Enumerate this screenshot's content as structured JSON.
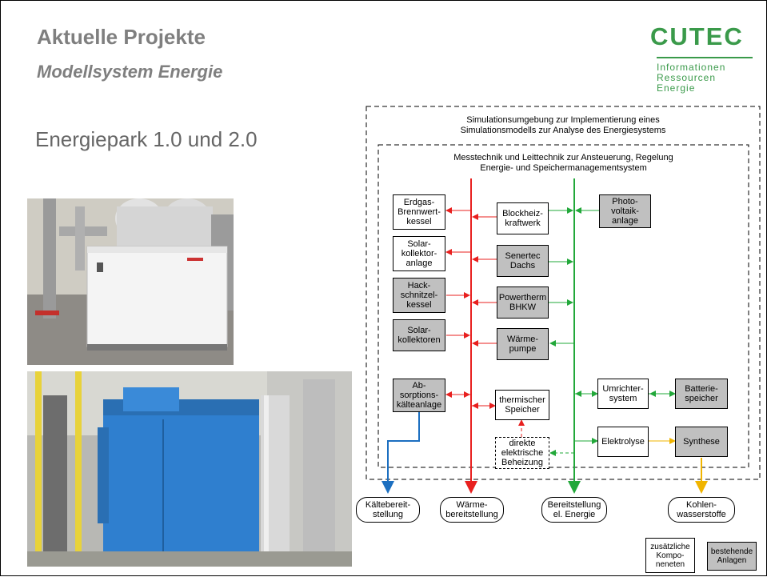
{
  "header": {
    "title": "Aktuelle Projekte",
    "subtitle": "Modellsystem Energie",
    "heading": "Energiepark 1.0 und 2.0"
  },
  "logo": {
    "name": "CUTEC",
    "tagline": [
      "Informationen",
      "Ressourcen",
      "Energie"
    ],
    "color": "#3a9a4a"
  },
  "diagram": {
    "outer_title": "Simulationsumgebung zur Implementierung eines\nSimulationsmodells zur Analyse des Energiesystems",
    "inner_title": "Messtechnik und Leittechnik zur Ansteuerung, Regelung\nEnergie- und Speichermanagementsystem",
    "left_column": [
      {
        "label": "Erdgas-\nBrennwert-\nkessel",
        "existing": false
      },
      {
        "label": "Solar-\nkollektor-\nanlage",
        "existing": false
      },
      {
        "label": "Hack-\nschnitzel-\nkessel",
        "existing": true
      },
      {
        "label": "Solar-\nkollektoren",
        "existing": true
      },
      {
        "label": "Ab-\nsorptions-\nkälteanlage",
        "existing": true
      }
    ],
    "middle_column": [
      {
        "label": "Blockheiz-\nkraftwerk",
        "existing": false
      },
      {
        "label": "Senertec\nDachs",
        "existing": true
      },
      {
        "label": "Powertherm\nBHKW",
        "existing": true
      },
      {
        "label": "Wärme-\npumpe",
        "existing": true
      },
      {
        "label": "thermischer\nSpeicher",
        "existing": false
      },
      {
        "label": "direkte\nelektrische\nBeheizung",
        "existing": false
      }
    ],
    "right_column": [
      {
        "label": "Photo-\nvoltaik-\nanlage",
        "existing": true
      },
      {
        "label": "Umrichter-\nsystem",
        "existing": false
      },
      {
        "label": "Batterie-\nspeicher",
        "existing": true
      },
      {
        "label": "Elektrolyse",
        "existing": false
      },
      {
        "label": "Synthese",
        "existing": true
      }
    ],
    "outputs": [
      {
        "label": "Kältebereit-\nstellung"
      },
      {
        "label": "Wärme-\nbereitstellung"
      },
      {
        "label": "Bereitstellung\nel. Energie"
      },
      {
        "label": "Kohlen-\nwasserstoffe"
      }
    ],
    "colors": {
      "heat": "#e8201f",
      "electric": "#22a83a",
      "cold": "#1c6fc0",
      "hydrocarbon": "#f0b400",
      "existing_fill": "#c0c0c0"
    }
  },
  "legend": {
    "new": "zusätzliche\nKompo-\nneneten",
    "existing": "bestehende\nAnlagen"
  }
}
